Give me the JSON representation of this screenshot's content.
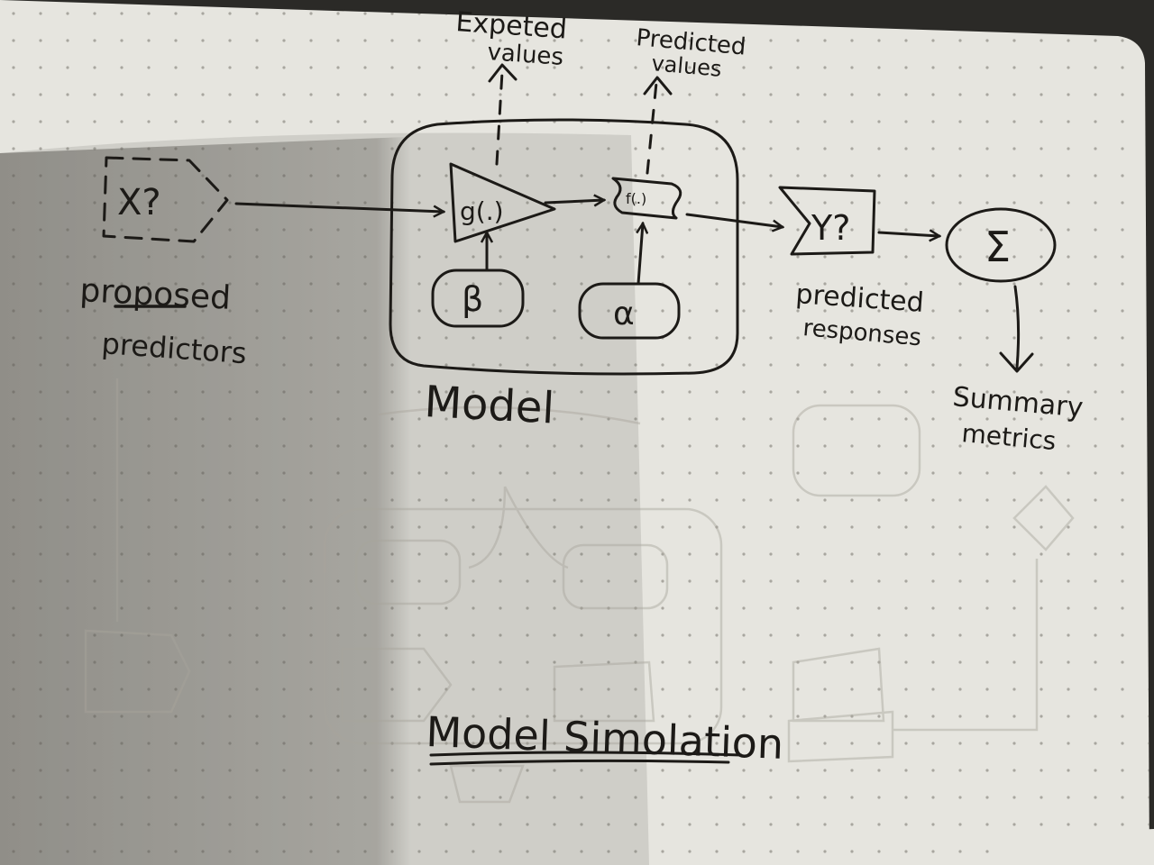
{
  "diagram": {
    "title": "Model Simolation",
    "model_label": "Model",
    "nodes": {
      "proposed_predictors": {
        "symbol": "X?",
        "caption_line1": "proposed",
        "caption_line2": "predictors"
      },
      "link_function": {
        "symbol": "g(.)"
      },
      "distribution": {
        "symbol": "f(.)"
      },
      "beta": {
        "symbol": "β"
      },
      "alpha": {
        "symbol": "α"
      },
      "predicted_responses": {
        "symbol": "Y?",
        "caption_line1": "predicted",
        "caption_line2": "responses"
      },
      "summary": {
        "symbol": "Σ",
        "caption_line1": "Summary",
        "caption_line2": "metrics"
      }
    },
    "outputs": {
      "expected_values": {
        "line1": "Expeted",
        "line2": "values"
      },
      "predicted_values": {
        "line1": "Predicted",
        "line2": "values"
      }
    }
  },
  "colors": {
    "paper": "#e9e8e2",
    "ink": "#1c1a17",
    "shadow": "#6d6a63",
    "dots": "#9a978f"
  }
}
